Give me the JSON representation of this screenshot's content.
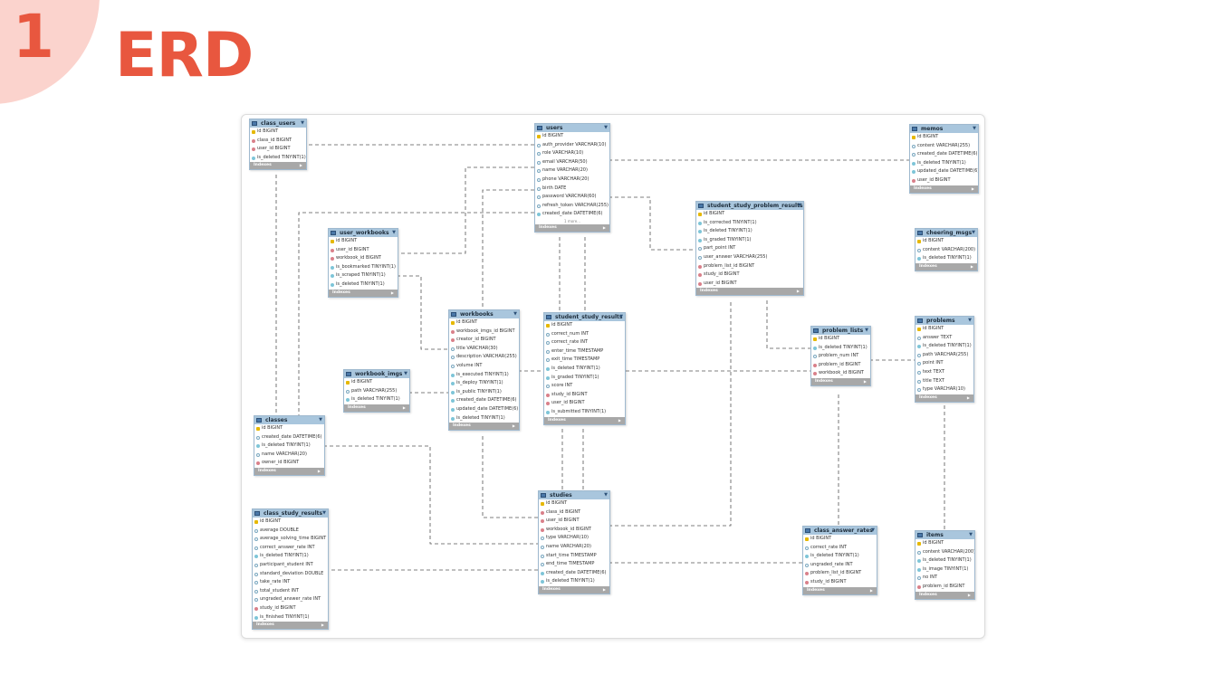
{
  "header": {
    "number": "1",
    "title": "ERD"
  },
  "diagram": {
    "indexes_label": "Indexes",
    "more_label": "1 more...",
    "tables": [
      {
        "id": "class_users",
        "name": "class_users",
        "fields": [
          [
            "pk",
            "id BIGINT"
          ],
          [
            "fk",
            "class_id BIGINT"
          ],
          [
            "fk",
            "user_id BIGINT"
          ],
          [
            "col",
            "is_deleted TINYINT(1)"
          ]
        ]
      },
      {
        "id": "users",
        "name": "users",
        "more": true,
        "fields": [
          [
            "pk",
            "id BIGINT"
          ],
          [
            "nul",
            "auth_provider VARCHAR(10)"
          ],
          [
            "nul",
            "role VARCHAR(10)"
          ],
          [
            "nul",
            "email VARCHAR(50)"
          ],
          [
            "nul",
            "name VARCHAR(20)"
          ],
          [
            "nul",
            "phone VARCHAR(20)"
          ],
          [
            "nul",
            "birth DATE"
          ],
          [
            "nul",
            "password VARCHAR(60)"
          ],
          [
            "nul",
            "refresh_token VARCHAR(255)"
          ],
          [
            "col",
            "created_date DATETIME(6)"
          ]
        ]
      },
      {
        "id": "memos",
        "name": "memos",
        "fields": [
          [
            "pk",
            "id BIGINT"
          ],
          [
            "nul",
            "content VARCHAR(255)"
          ],
          [
            "nul",
            "created_date DATETIME(6)"
          ],
          [
            "col",
            "is_deleted TINYINT(1)"
          ],
          [
            "col",
            "updated_date DATETIME(6)"
          ],
          [
            "fk",
            "user_id BIGINT"
          ]
        ]
      },
      {
        "id": "user_workbooks",
        "name": "user_workbooks",
        "fields": [
          [
            "pk",
            "id BIGINT"
          ],
          [
            "fk",
            "user_id BIGINT"
          ],
          [
            "fk",
            "workbook_id BIGINT"
          ],
          [
            "col",
            "is_bookmarked TINYINT(1)"
          ],
          [
            "col",
            "is_scraped TINYINT(1)"
          ],
          [
            "col",
            "is_deleted TINYINT(1)"
          ]
        ]
      },
      {
        "id": "sspr",
        "name": "student_study_problem_results",
        "fields": [
          [
            "pk",
            "id BIGINT"
          ],
          [
            "col",
            "is_corrected TINYINT(1)"
          ],
          [
            "col",
            "is_deleted TINYINT(1)"
          ],
          [
            "col",
            "is_graded TINYINT(1)"
          ],
          [
            "nul",
            "part_point INT"
          ],
          [
            "nul",
            "user_answer VARCHAR(255)"
          ],
          [
            "fk",
            "problem_list_id BIGINT"
          ],
          [
            "fk",
            "study_id BIGINT"
          ],
          [
            "fk",
            "user_id BIGINT"
          ]
        ]
      },
      {
        "id": "cheering_msgs",
        "name": "cheering_msgs",
        "fields": [
          [
            "pk",
            "id BIGINT"
          ],
          [
            "nul",
            "content VARCHAR(200)"
          ],
          [
            "col",
            "is_deleted TINYINT(1)"
          ]
        ]
      },
      {
        "id": "workbooks",
        "name": "workbooks",
        "fields": [
          [
            "pk",
            "id BIGINT"
          ],
          [
            "fk",
            "workbook_imgs_id BIGINT"
          ],
          [
            "fk",
            "creator_id BIGINT"
          ],
          [
            "nul",
            "title VARCHAR(30)"
          ],
          [
            "nul",
            "description VARCHAR(255)"
          ],
          [
            "nul",
            "volume INT"
          ],
          [
            "col",
            "is_executed TINYINT(1)"
          ],
          [
            "col",
            "is_deploy TINYINT(1)"
          ],
          [
            "col",
            "is_public TINYINT(1)"
          ],
          [
            "col",
            "created_date DATETIME(6)"
          ],
          [
            "col",
            "updated_date DATETIME(6)"
          ],
          [
            "col",
            "is_deleted TINYINT(1)"
          ]
        ]
      },
      {
        "id": "ssr",
        "name": "student_study_results",
        "fields": [
          [
            "pk",
            "id BIGINT"
          ],
          [
            "nul",
            "correct_num INT"
          ],
          [
            "nul",
            "correct_rate INT"
          ],
          [
            "nul",
            "enter_time TIMESTAMP"
          ],
          [
            "nul",
            "exit_time TIMESTAMP"
          ],
          [
            "col",
            "is_deleted TINYINT(1)"
          ],
          [
            "col",
            "is_graded TINYINT(1)"
          ],
          [
            "nul",
            "score INT"
          ],
          [
            "fk",
            "study_id BIGINT"
          ],
          [
            "fk",
            "user_id BIGINT"
          ],
          [
            "col",
            "is_submitted TINYINT(1)"
          ]
        ]
      },
      {
        "id": "problem_lists",
        "name": "problem_lists",
        "fields": [
          [
            "pk",
            "id BIGINT"
          ],
          [
            "col",
            "is_deleted TINYINT(1)"
          ],
          [
            "nul",
            "problem_num INT"
          ],
          [
            "fk",
            "problem_id BIGINT"
          ],
          [
            "fk",
            "workbook_id BIGINT"
          ]
        ]
      },
      {
        "id": "problems",
        "name": "problems",
        "fields": [
          [
            "pk",
            "id BIGINT"
          ],
          [
            "nul",
            "answer TEXT"
          ],
          [
            "col",
            "is_deleted TINYINT(1)"
          ],
          [
            "nul",
            "path VARCHAR(255)"
          ],
          [
            "nul",
            "point INT"
          ],
          [
            "nul",
            "text TEXT"
          ],
          [
            "nul",
            "title TEXT"
          ],
          [
            "nul",
            "type VARCHAR(10)"
          ]
        ]
      },
      {
        "id": "workbook_imgs",
        "name": "workbook_imgs",
        "fields": [
          [
            "pk",
            "id BIGINT"
          ],
          [
            "nul",
            "path VARCHAR(255)"
          ],
          [
            "col",
            "is_deleted TINYINT(1)"
          ]
        ]
      },
      {
        "id": "classes",
        "name": "classes",
        "fields": [
          [
            "pk",
            "id BIGINT"
          ],
          [
            "nul",
            "created_date DATETIME(6)"
          ],
          [
            "col",
            "is_deleted TINYINT(1)"
          ],
          [
            "nul",
            "name VARCHAR(20)"
          ],
          [
            "fk",
            "owner_id BIGINT"
          ]
        ]
      },
      {
        "id": "class_study_results",
        "name": "class_study_results",
        "fields": [
          [
            "pk",
            "id BIGINT"
          ],
          [
            "nul",
            "average DOUBLE"
          ],
          [
            "nul",
            "average_solving_time BIGINT"
          ],
          [
            "nul",
            "correct_answer_rate INT"
          ],
          [
            "col",
            "is_deleted TINYINT(1)"
          ],
          [
            "nul",
            "participant_student INT"
          ],
          [
            "nul",
            "standard_deviation DOUBLE"
          ],
          [
            "nul",
            "take_rate INT"
          ],
          [
            "nul",
            "total_student INT"
          ],
          [
            "nul",
            "ungraded_answer_rate INT"
          ],
          [
            "fk",
            "study_id BIGINT"
          ],
          [
            "col",
            "is_finished TINYINT(1)"
          ]
        ]
      },
      {
        "id": "studies",
        "name": "studies",
        "fields": [
          [
            "pk",
            "id BIGINT"
          ],
          [
            "fk",
            "class_id BIGINT"
          ],
          [
            "fk",
            "user_id BIGINT"
          ],
          [
            "fk",
            "workbook_id BIGINT"
          ],
          [
            "nul",
            "type VARCHAR(10)"
          ],
          [
            "nul",
            "name VARCHAR(20)"
          ],
          [
            "nul",
            "start_time TIMESTAMP"
          ],
          [
            "nul",
            "end_time TIMESTAMP"
          ],
          [
            "col",
            "created_date DATETIME(6)"
          ],
          [
            "col",
            "is_deleted TINYINT(1)"
          ]
        ]
      },
      {
        "id": "class_answer_rates",
        "name": "class_answer_rates",
        "fields": [
          [
            "pk",
            "id BIGINT"
          ],
          [
            "nul",
            "correct_rate INT"
          ],
          [
            "col",
            "is_deleted TINYINT(1)"
          ],
          [
            "nul",
            "ungraded_rate INT"
          ],
          [
            "fk",
            "problem_list_id BIGINT"
          ],
          [
            "fk",
            "study_id BIGINT"
          ]
        ]
      },
      {
        "id": "items",
        "name": "items",
        "fields": [
          [
            "pk",
            "id BIGINT"
          ],
          [
            "nul",
            "content VARCHAR(200)"
          ],
          [
            "col",
            "is_deleted TINYINT(1)"
          ],
          [
            "col",
            "is_image TINYINT(1)"
          ],
          [
            "nul",
            "no INT"
          ],
          [
            "fk",
            "problem_id BIGINT"
          ]
        ]
      }
    ]
  }
}
